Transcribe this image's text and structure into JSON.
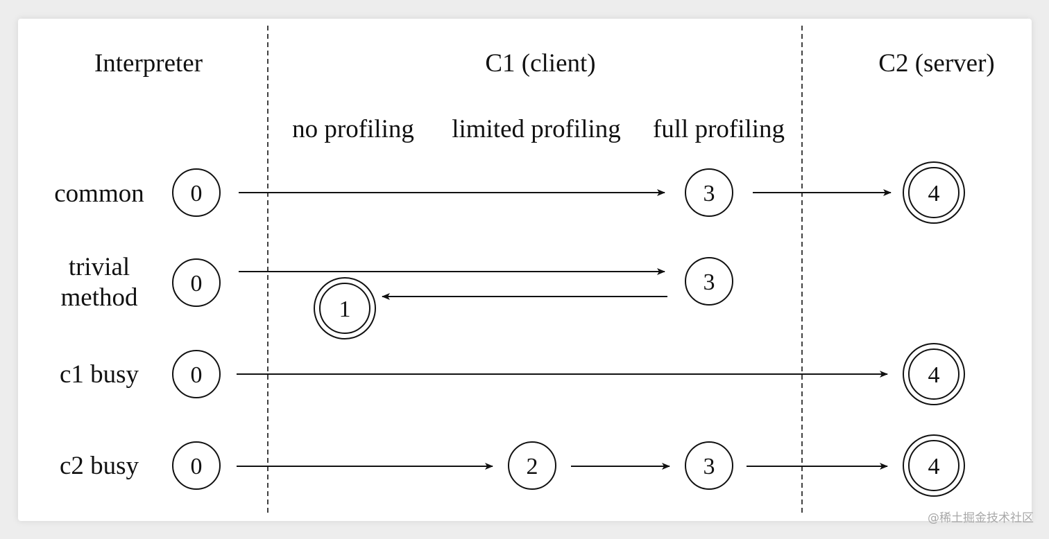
{
  "headers": {
    "interpreter": "Interpreter",
    "c1": "C1 (client)",
    "c2": "C2 (server)"
  },
  "c1_subheaders": {
    "no_profiling": "no profiling",
    "limited_profiling": "limited profiling",
    "full_profiling": "full profiling"
  },
  "rows": {
    "common": {
      "label": "common",
      "states": [
        "0",
        "3",
        "4"
      ]
    },
    "trivial": {
      "label_line1": "trivial",
      "label_line2": "method",
      "states": [
        "0",
        "3",
        "1"
      ]
    },
    "c1_busy": {
      "label": "c1 busy",
      "states": [
        "0",
        "4"
      ]
    },
    "c2_busy": {
      "label": "c2 busy",
      "states": [
        "0",
        "2",
        "3",
        "4"
      ]
    }
  },
  "terminal_states": [
    "4",
    "1"
  ],
  "watermark": "@稀土掘金技术社区"
}
